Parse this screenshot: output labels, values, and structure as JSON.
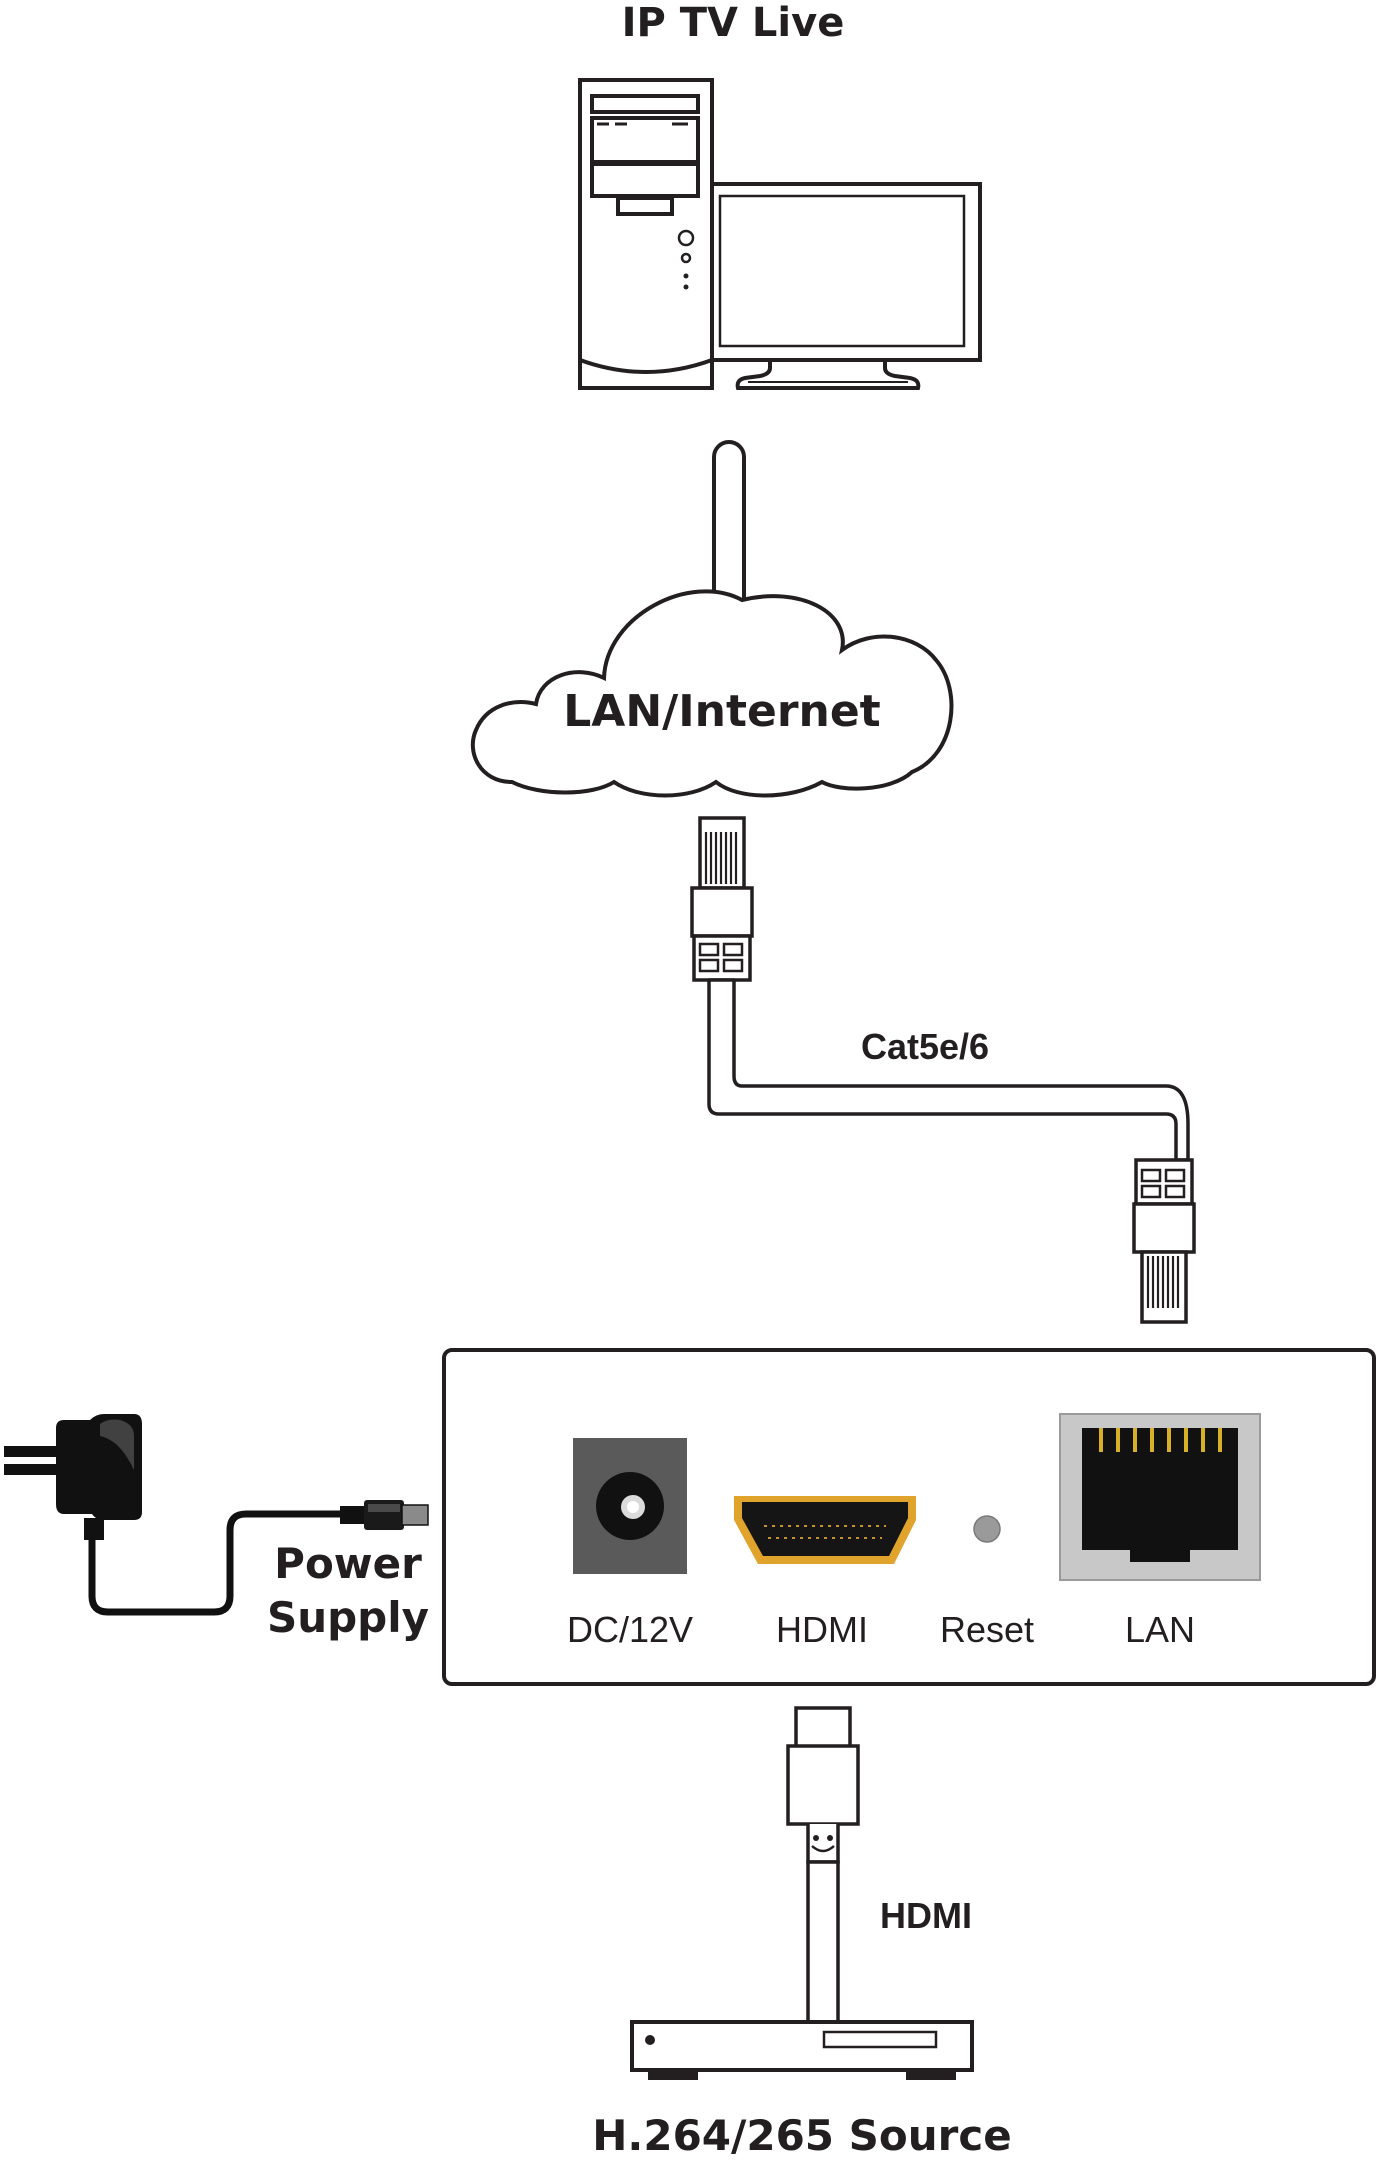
{
  "labels": {
    "ip_tv_live": "IP TV Live",
    "lan_internet": "LAN/Internet",
    "cat_cable": "Cat5e/6",
    "power_supply_line1": "Power",
    "power_supply_line2": "Supply",
    "port_dc": "DC/12V",
    "port_hdmi": "HDMI",
    "port_reset": "Reset",
    "port_lan": "LAN",
    "hdmi_cable": "HDMI",
    "source": "H.264/265 Source"
  },
  "colors": {
    "line": "#231f20",
    "hdmi_gold": "#e0a32c",
    "lan_port_gray": "#c8c8c8",
    "lan_pin_gold": "#d8b028",
    "dc_jack_gray": "#5a5a5a",
    "reset_gray": "#9a9a9a"
  },
  "icons": [
    "desktop-computer-icon",
    "cloud-icon",
    "rj45-connector-icon",
    "power-adapter-icon",
    "dc-jack-icon",
    "hdmi-port-icon",
    "reset-button-icon",
    "lan-port-icon",
    "hdmi-connector-icon",
    "set-top-box-icon"
  ]
}
